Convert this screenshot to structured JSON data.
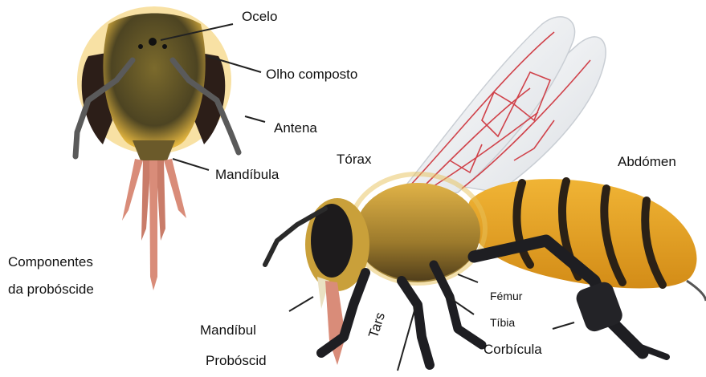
{
  "labels": {
    "ocelo": "Ocelo",
    "olho_composto": "Olho composto",
    "antena": "Antena",
    "mandibula_head": "Mandíbula",
    "torax": "Tórax",
    "abdomen": "Abdómen",
    "componentes_line1": "Componentes",
    "componentes_line2": "da probóscide",
    "femur": "Fémur",
    "tibia": "Tíbia",
    "mandibula_body": "Mandíbul",
    "proboscide": "Probóscid",
    "tarsos": "Tars",
    "corbicula": "Corbícula"
  },
  "colors": {
    "background": "#ffffff",
    "hair_gold": "#d9a633",
    "stripe_dark": "#2b2116",
    "stripe_yellow": "#e8a21e",
    "wing_membrane": "#eef1f4",
    "wing_vein": "#d0424a",
    "proboscis_pink": "#d98c79",
    "leg_black": "#1e1e22",
    "arrow": "#222222"
  }
}
